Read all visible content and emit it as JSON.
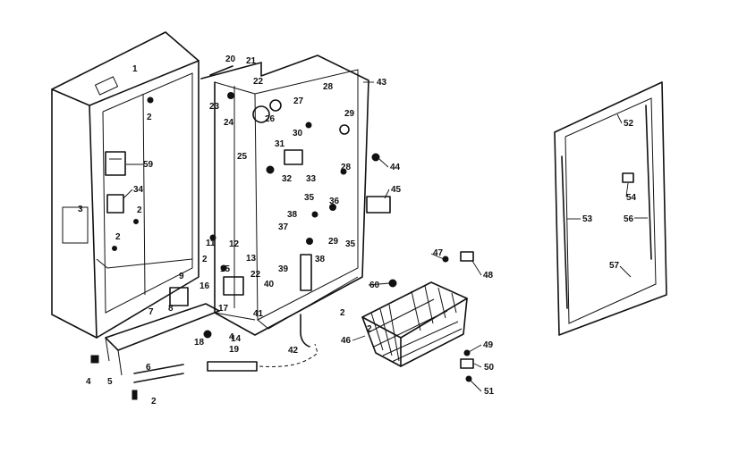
{
  "callouts": {
    "c1": "1",
    "c2a": "2",
    "c2b": "2",
    "c2c": "2",
    "c2d": "2",
    "c2e": "2",
    "c2f": "2",
    "c2g": "2",
    "c3": "3",
    "c4a": "4",
    "c4b": "4",
    "c5": "5",
    "c6": "6",
    "c7": "7",
    "c8": "8",
    "c9": "9",
    "c11": "11",
    "c12": "12",
    "c13": "13",
    "c14": "14",
    "c15": "15",
    "c16": "16",
    "c17": "17",
    "c18": "18",
    "c19": "19",
    "c20": "20",
    "c21": "21",
    "c22a": "22",
    "c22b": "22",
    "c23": "23",
    "c24": "24",
    "c25": "25",
    "c26": "26",
    "c27": "27",
    "c28a": "28",
    "c28b": "28",
    "c29a": "29",
    "c29b": "29",
    "c30": "30",
    "c31": "31",
    "c32": "32",
    "c33": "33",
    "c34": "34",
    "c35a": "35",
    "c35b": "35",
    "c36": "36",
    "c37": "37",
    "c38a": "38",
    "c38b": "38",
    "c39": "39",
    "c40": "40",
    "c41": "41",
    "c42": "42",
    "c43": "43",
    "c44": "44",
    "c45": "45",
    "c46": "46",
    "c47": "47",
    "c48": "48",
    "c49": "49",
    "c50": "50",
    "c51": "51",
    "c52": "52",
    "c53": "53",
    "c54": "54",
    "c56": "56",
    "c57": "57",
    "c59": "59",
    "c60": "60"
  }
}
